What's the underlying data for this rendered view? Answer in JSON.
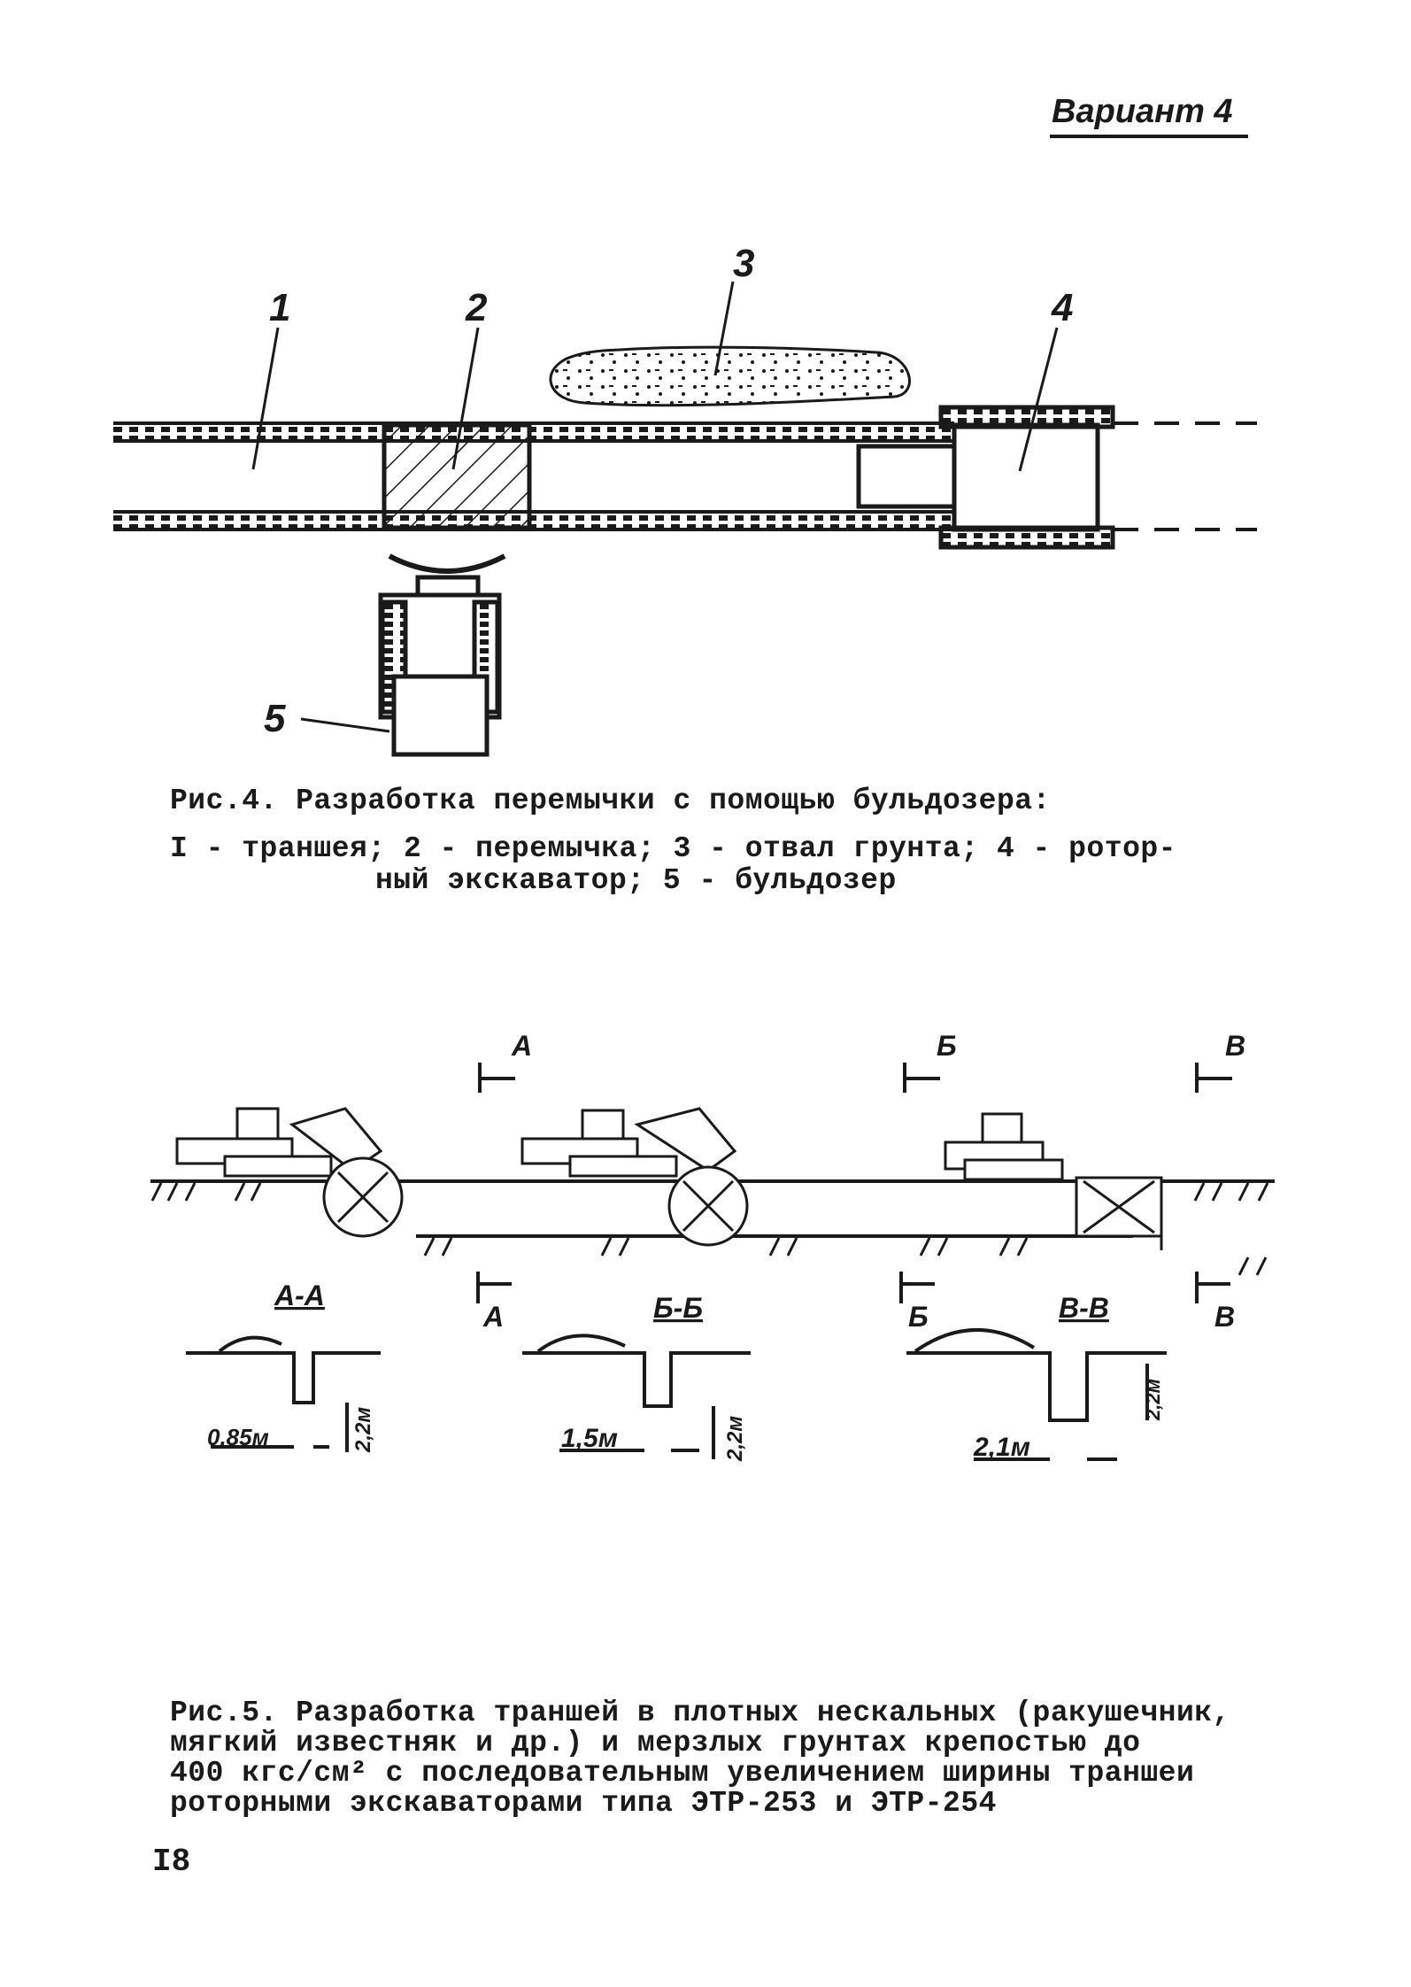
{
  "header": {
    "variant": "Вариант 4"
  },
  "figure4": {
    "callouts": [
      "1",
      "2",
      "3",
      "4",
      "5"
    ],
    "caption_title": "Рис.4. Разработка перемычки с помощью бульдозера:",
    "caption_legend_1": "I - траншея; 2 - перемычка; 3 - отвал грунта; 4 - ротор-",
    "caption_legend_2": "ный экскаватор; 5 - бульдозер"
  },
  "figure5": {
    "section_marks": [
      "А",
      "Б",
      "В"
    ],
    "section_titles": [
      "А-А",
      "Б-Б",
      "В-В"
    ],
    "widths": [
      "0,85м",
      "1,5м",
      "2,1м"
    ],
    "depths": [
      "2,2м",
      "2,2м",
      "2,2м"
    ],
    "caption_1": "Рис.5. Разработка траншей в плотных нескальных (ракушечник,",
    "caption_2": "мягкий известняк и др.) и мерзлых грунтах крепостью    до",
    "caption_3": "400 кгс/см² с последовательным увеличением ширины траншеи",
    "caption_4": "роторными экскаваторами типа ЭТР-253 и ЭТР-254"
  },
  "footer": {
    "page_number": "I8"
  }
}
